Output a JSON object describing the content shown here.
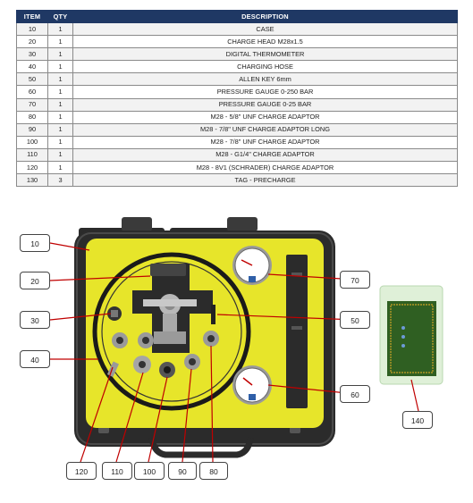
{
  "table": {
    "headers": {
      "item": "ITEM",
      "qty": "QTY",
      "description": "DESCRIPTION"
    },
    "rows": [
      {
        "item": "10",
        "qty": "1",
        "description": "CASE"
      },
      {
        "item": "20",
        "qty": "1",
        "description": "CHARGE HEAD M28x1.5"
      },
      {
        "item": "30",
        "qty": "1",
        "description": "DIGITAL THERMOMETER"
      },
      {
        "item": "40",
        "qty": "1",
        "description": "CHARGING HOSE"
      },
      {
        "item": "50",
        "qty": "1",
        "description": "ALLEN KEY 6mm"
      },
      {
        "item": "60",
        "qty": "1",
        "description": "PRESSURE GAUGE 0-250 BAR"
      },
      {
        "item": "70",
        "qty": "1",
        "description": "PRESSURE GAUGE 0-25 BAR"
      },
      {
        "item": "80",
        "qty": "1",
        "description": "M28 - 5/8\" UNF CHARGE ADAPTOR"
      },
      {
        "item": "90",
        "qty": "1",
        "description": "M28 - 7/8\" UNF CHARGE ADAPTOR LONG"
      },
      {
        "item": "100",
        "qty": "1",
        "description": "M28 - 7/8\" UNF CHARGE ADAPTOR"
      },
      {
        "item": "110",
        "qty": "1",
        "description": "M28 - G1/4\" CHARGE ADAPTOR"
      },
      {
        "item": "120",
        "qty": "1",
        "description": "M28 - 8V1 (SCHRADER) CHARGE ADAPTOR"
      },
      {
        "item": "130",
        "qty": "3",
        "description": "TAG - PRECHARGE"
      }
    ]
  },
  "callouts": {
    "c10": "10",
    "c20": "20",
    "c30": "30",
    "c40": "40",
    "c50": "50",
    "c60": "60",
    "c70": "70",
    "c80": "80",
    "c90": "90",
    "c100": "100",
    "c110": "110",
    "c120": "120",
    "c140": "140"
  },
  "colors": {
    "header": "#1f3864",
    "case": "#2b2b2b",
    "foam": "#e7e52a",
    "callout_line": "#c00000",
    "tag": "#2f5f22"
  }
}
